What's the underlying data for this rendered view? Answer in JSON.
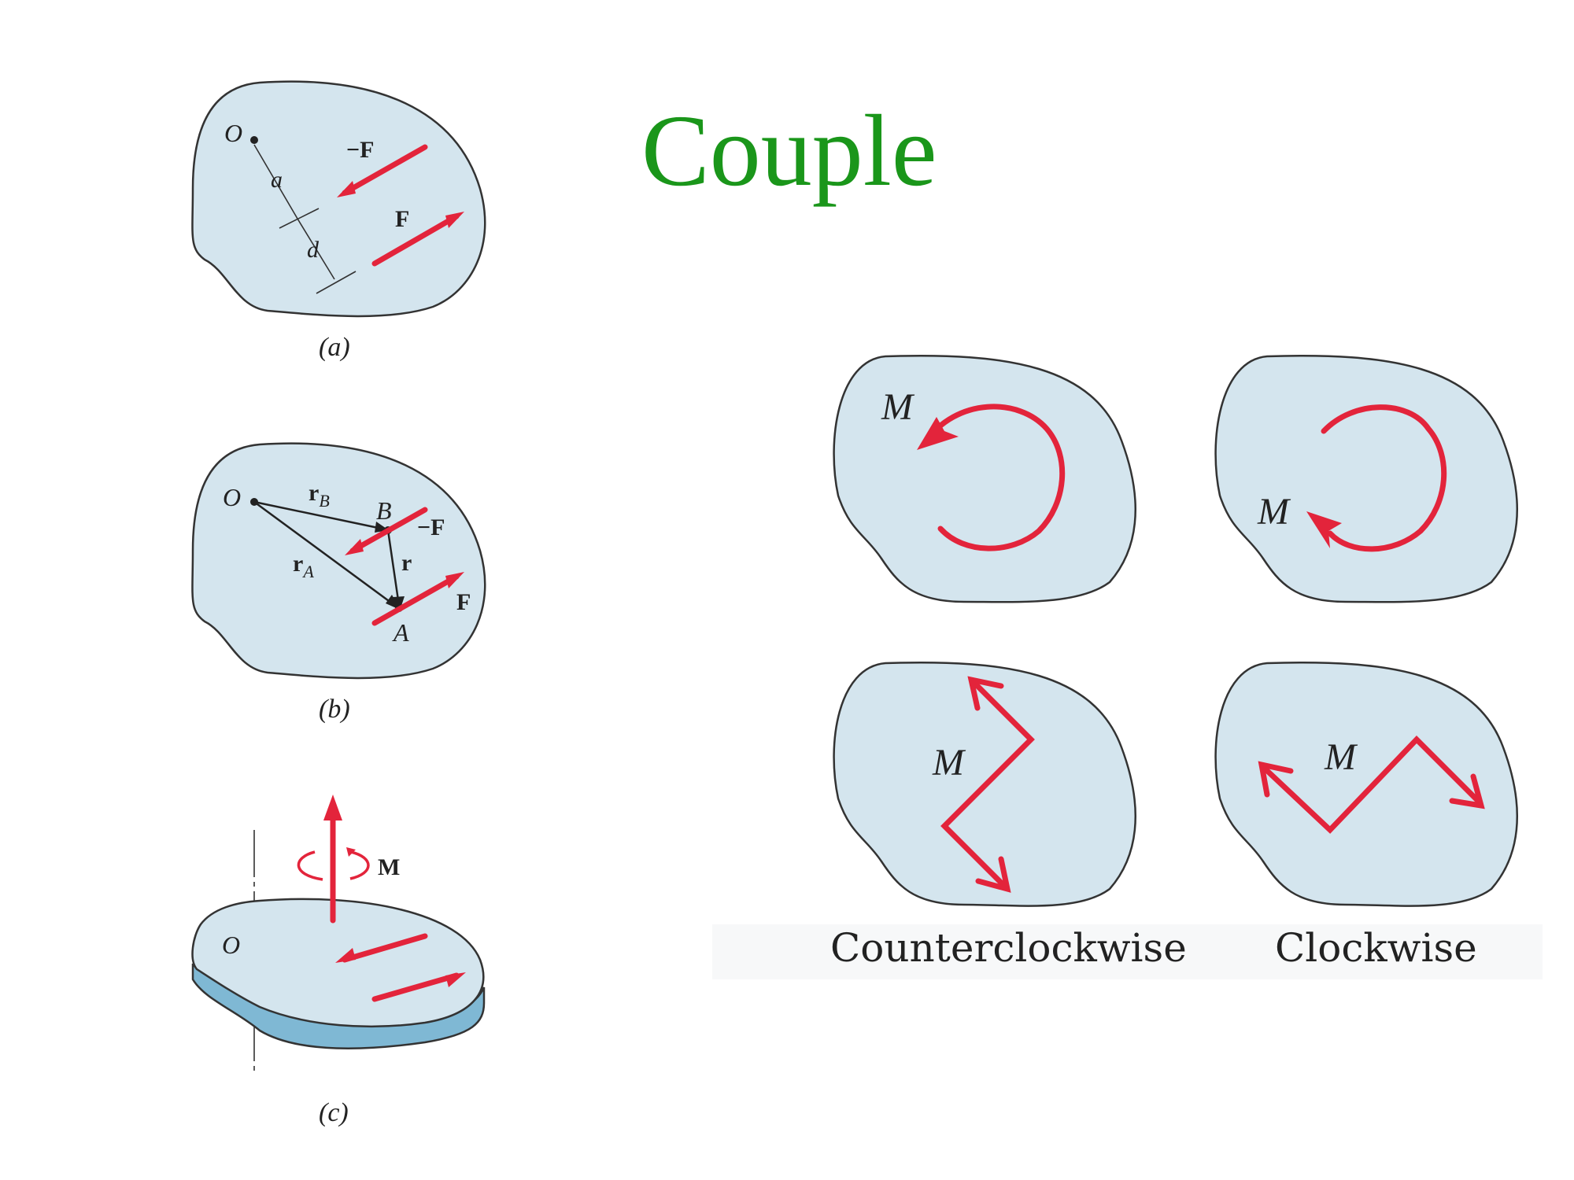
{
  "title": "Couple",
  "colors": {
    "title": "#1a961a",
    "force": "#e3243b",
    "body_fill": "#d4e5ee",
    "edge_fill": "#7fb8d4"
  },
  "panel_a": {
    "caption": "(a)",
    "point": "O",
    "neg_force": "−F",
    "force": "F",
    "dist_a": "a",
    "dist_d": "d"
  },
  "panel_b": {
    "caption": "(b)",
    "point_o": "O",
    "point_b": "B",
    "point_a": "A",
    "r_b": "r",
    "r_b_sub": "B",
    "r_a": "r",
    "r_a_sub": "A",
    "r": "r",
    "neg_force": "−F",
    "force": "F"
  },
  "panel_c": {
    "caption": "(c)",
    "point": "O",
    "moment": "M"
  },
  "sense": {
    "labels": [
      "M",
      "M",
      "M",
      "M"
    ],
    "counterclockwise": "Counterclockwise",
    "clockwise": "Clockwise"
  }
}
